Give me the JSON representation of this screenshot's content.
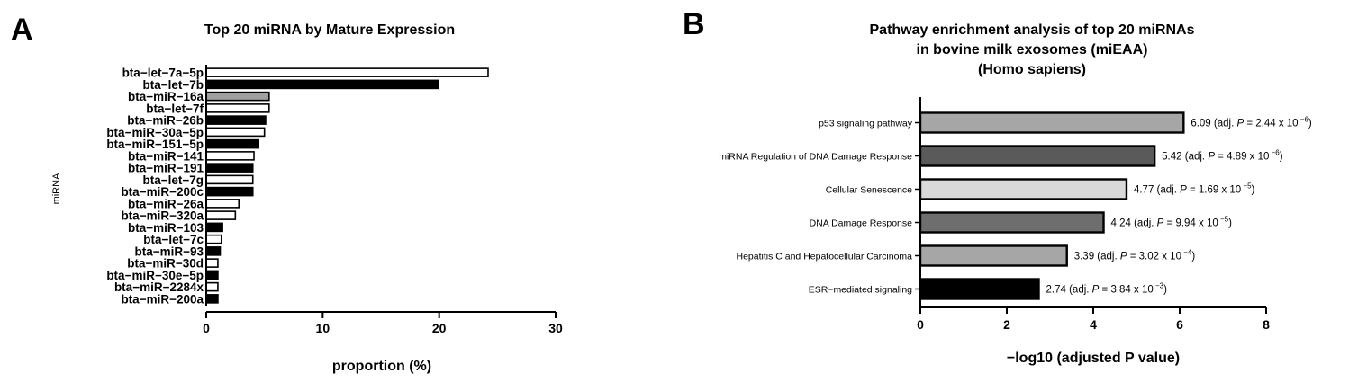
{
  "figure": {
    "panelA": {
      "letter": "A"
    },
    "panelB": {
      "letter": "B"
    }
  },
  "chart_data": [
    {
      "type": "bar",
      "orientation": "horizontal",
      "title": "Top 20 miRNA by Mature Expression",
      "xlabel": "proportion (%)",
      "ylabel": "miRNA",
      "xlim": [
        0,
        30
      ],
      "xticks": [
        0,
        10,
        20,
        30
      ],
      "grid": false,
      "categories": [
        "bta−let−7a−5p",
        "bta−let−7b",
        "bta−miR−16a",
        "bta−let−7f",
        "bta−miR−26b",
        "bta−miR−30a−5p",
        "bta−miR−151−5p",
        "bta−miR−141",
        "bta−miR−191",
        "bta−let−7g",
        "bta−miR−200c",
        "bta−miR−26a",
        "bta−miR−320a",
        "bta−miR−103",
        "bta−let−7c",
        "bta−miR−93",
        "bta−miR−30d",
        "bta−miR−30e−5p",
        "bta−miR−2284x",
        "bta−miR−200a"
      ],
      "values": [
        24.2,
        19.9,
        5.4,
        5.4,
        5.1,
        5.0,
        4.5,
        4.1,
        4.0,
        4.0,
        4.0,
        2.8,
        2.5,
        1.4,
        1.3,
        1.2,
        1.0,
        1.0,
        1.0,
        1.0
      ],
      "fills": [
        "#ffffff",
        "#000000",
        "#a0a0a0",
        "#ffffff",
        "#000000",
        "#ffffff",
        "#000000",
        "#ffffff",
        "#000000",
        "#ffffff",
        "#000000",
        "#ffffff",
        "#ffffff",
        "#000000",
        "#ffffff",
        "#000000",
        "#ffffff",
        "#000000",
        "#ffffff",
        "#000000"
      ]
    },
    {
      "type": "bar",
      "orientation": "horizontal",
      "title": [
        "Pathway enrichment analysis of top 20 miRNAs",
        "in bovine milk exosomes (miEAA)",
        "(Homo sapiens)"
      ],
      "xlabel": "−log10 (adjusted P value)",
      "xlim": [
        0,
        8
      ],
      "xticks": [
        0,
        2,
        4,
        6,
        8
      ],
      "grid": false,
      "categories": [
        "p53 signaling pathway",
        "miRNA Regulation of DNA Damage Response",
        "Cellular Senescence",
        "DNA Damage Response",
        "Hepatitis C and Hepatocellular Carcinoma",
        "ESR−mediated signaling"
      ],
      "values": [
        6.09,
        5.42,
        4.77,
        4.24,
        3.39,
        2.74
      ],
      "value_labels": [
        "6.09",
        "5.42",
        "4.77",
        "4.24",
        "3.39",
        "2.74"
      ],
      "pvalue_mantissa": [
        "2.44",
        "4.89",
        "1.69",
        "9.94",
        "3.02",
        "3.84"
      ],
      "pvalue_exponent": [
        "−6",
        "−6",
        "−5",
        "−5",
        "−4",
        "−3"
      ],
      "label_adj": "adj.",
      "label_p": "P",
      "label_eq": " = ",
      "label_times": " x 10",
      "fills": [
        "#a6a6a6",
        "#5a5a5a",
        "#d9d9d9",
        "#6e6e6e",
        "#a6a6a6",
        "#000000"
      ]
    }
  ]
}
